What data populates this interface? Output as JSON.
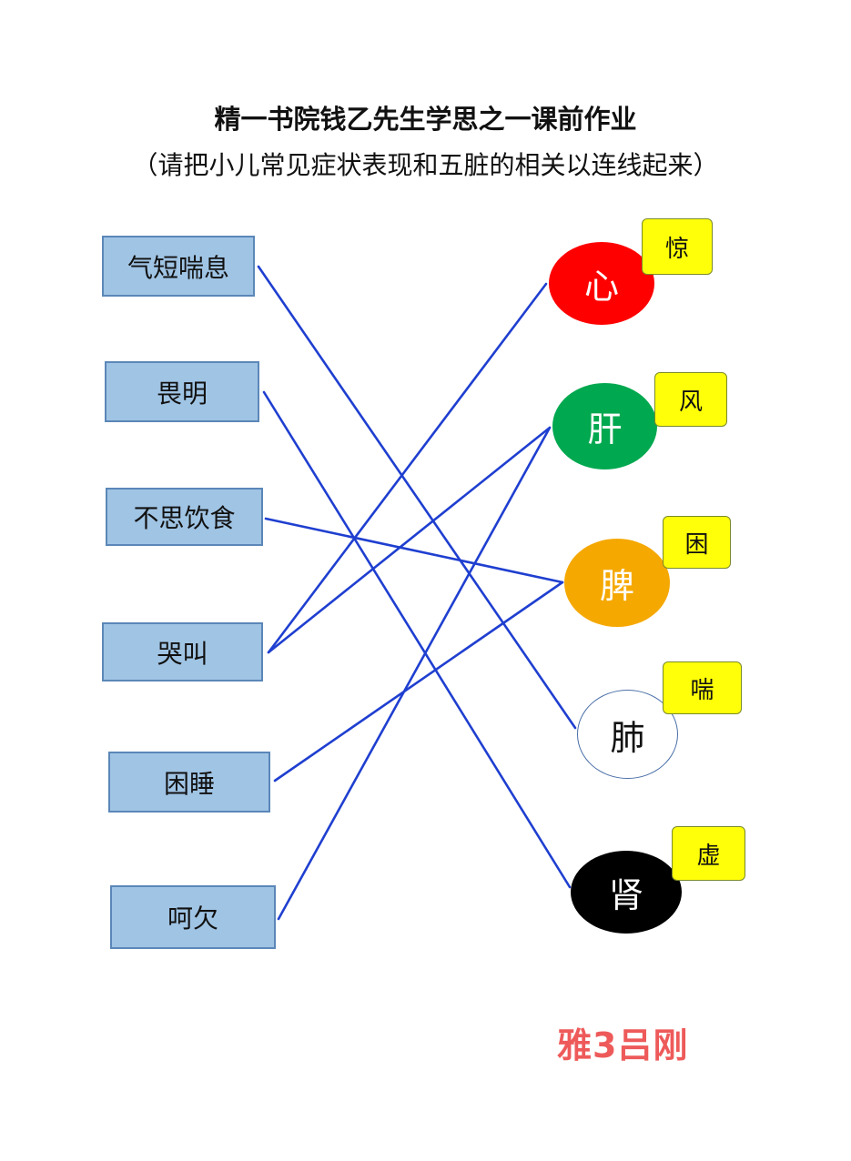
{
  "title": "精一书院钱乙先生学思之一课前作业",
  "subtitle": "（请把小儿常见症状表现和五脏的相关以连线起来）",
  "symptoms": [
    {
      "label": "气短喘息"
    },
    {
      "label": "畏明"
    },
    {
      "label": "不思饮食"
    },
    {
      "label": "哭叫"
    },
    {
      "label": "困睡"
    },
    {
      "label": "呵欠"
    }
  ],
  "organs": [
    {
      "label": "心",
      "tag": "惊",
      "color": "#ff0000",
      "text_color": "#ffffff"
    },
    {
      "label": "肝",
      "tag": "风",
      "color": "#00a84f",
      "text_color": "#ffffff"
    },
    {
      "label": "脾",
      "tag": "困",
      "color": "#f5a800",
      "text_color": "#ffffff"
    },
    {
      "label": "肺",
      "tag": "喘",
      "color": "#ffffff",
      "text_color": "#111111"
    },
    {
      "label": "肾",
      "tag": "虚",
      "color": "#000000",
      "text_color": "#ffffff"
    }
  ],
  "connections": [
    {
      "from": "气短喘息",
      "to": "肺"
    },
    {
      "from": "畏明",
      "to": "肾"
    },
    {
      "from": "不思饮食",
      "to": "脾"
    },
    {
      "from": "哭叫",
      "to": "心"
    },
    {
      "from": "哭叫",
      "to": "肝"
    },
    {
      "from": "困睡",
      "to": "脾"
    },
    {
      "from": "呵欠",
      "to": "肝"
    }
  ],
  "line_color": "#1f3fd0",
  "signature": "雅3吕刚"
}
